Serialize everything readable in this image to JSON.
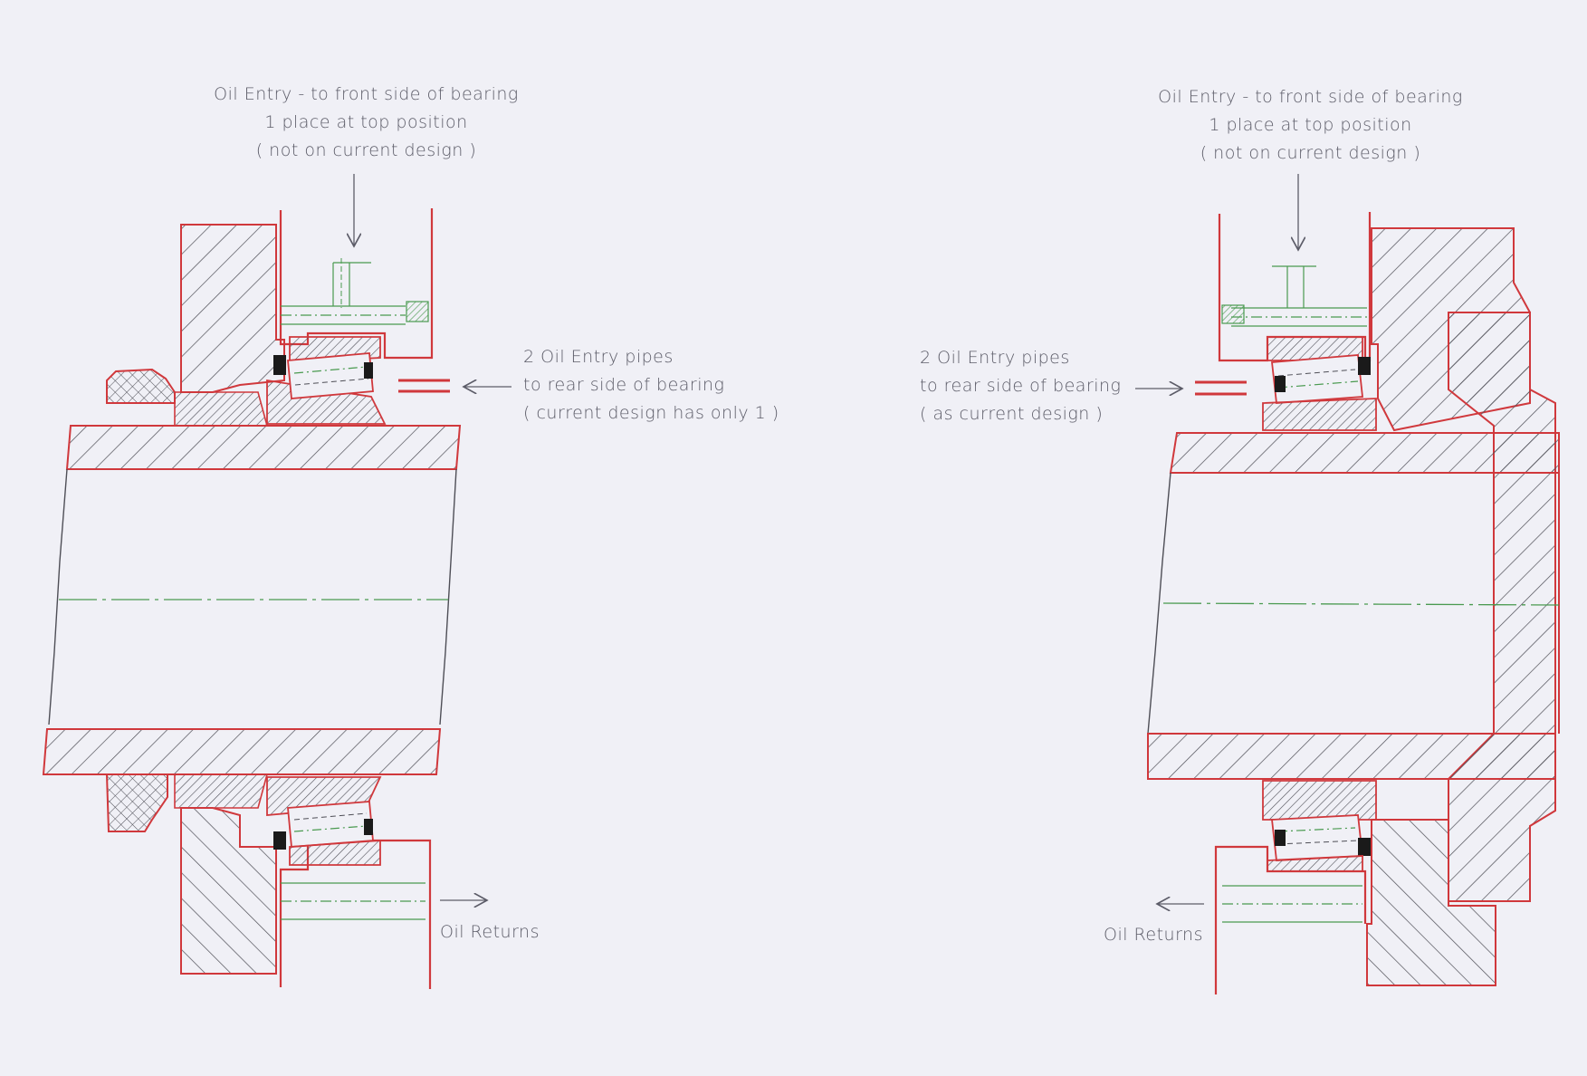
{
  "drawing": {
    "colors": {
      "paper": "#f0f0f6",
      "outline": "#d0383c",
      "hatch": "#4e4e56",
      "centerline": "#4a9a50",
      "annotation": "#5c5c68"
    },
    "left_view": {
      "top_note": {
        "line1": "Oil Entry - to front side of bearing",
        "line2": "1 place at top position",
        "line3": "( not on current design )"
      },
      "side_note": {
        "line1": "2 Oil Entry pipes",
        "line2": "to rear side of bearing",
        "line3": "( current design has only 1 )"
      },
      "return_note": "Oil Returns"
    },
    "right_view": {
      "top_note": {
        "line1": "Oil Entry - to front side of bearing",
        "line2": "1 place at top position",
        "line3": "( not on current design )"
      },
      "side_note": {
        "line1": "2 Oil Entry pipes",
        "line2": "to rear side of bearing",
        "line3": "( as current design )"
      },
      "return_note": "Oil Returns"
    }
  }
}
